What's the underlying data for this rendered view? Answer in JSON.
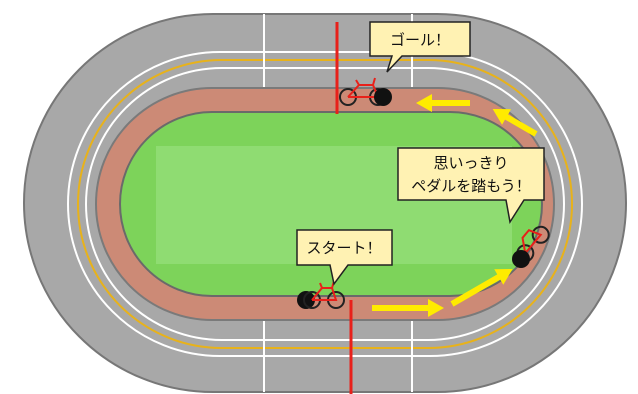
{
  "colors": {
    "outer_track": "#a8a8a8",
    "outer_track_edge": "#7a7a7a",
    "track_lines": "#ffffff",
    "yellow_line": "#e8b21a",
    "cycle_lane": "#cc8a76",
    "infield_dark": "#7dd35a",
    "infield_light": "#8fdc72",
    "red_line": "#e8201a",
    "arrow": "#ffeb00",
    "callout_fill": "#fff2b3",
    "callout_stroke": "#222222",
    "bike_frame": "#e8201a",
    "rider": "#111111"
  },
  "callouts": {
    "goal": "ゴール！",
    "encourage_line1": "思いっきり",
    "encourage_line2": "ペダルを踏もう！",
    "start": "スタート！"
  },
  "icons": {
    "bicycle": "bicycle-icon",
    "rider": "rider-icon",
    "arrow": "yellow-arrow-icon"
  }
}
